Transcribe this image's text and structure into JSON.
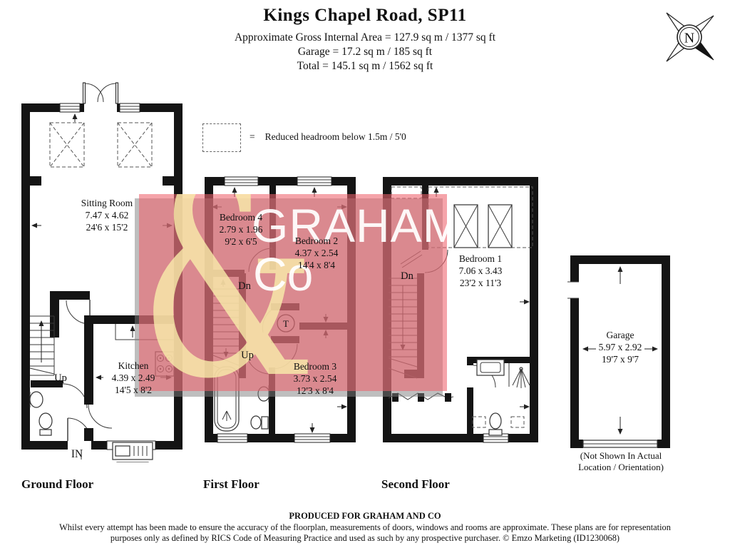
{
  "header": {
    "title": "Kings Chapel Road, SP11",
    "area_line1": "Approximate Gross Internal Area = 127.9 sq m / 1377 sq ft",
    "area_line2": "Garage = 17.2 sq m / 185 sq ft",
    "area_line3": "Total = 145.1 sq m / 1562 sq ft"
  },
  "compass": {
    "n": "N"
  },
  "legend": {
    "eq": "=",
    "text": "Reduced headroom below 1.5m / 5'0"
  },
  "watermark": {
    "ampersand": "&",
    "line1": "GRAHAM",
    "line2": "Co"
  },
  "floors": {
    "ground": {
      "title": "Ground Floor",
      "rooms": {
        "sitting": {
          "name": "Sitting Room",
          "metric": "7.47 x 4.62",
          "imperial": "24'6 x 15'2"
        },
        "kitchen": {
          "name": "Kitchen",
          "metric": "4.39 x 2.49",
          "imperial": "14'5 x 8'2"
        }
      },
      "labels": {
        "up": "Up",
        "entrance": "IN"
      }
    },
    "first": {
      "title": "First Floor",
      "rooms": {
        "bedroom4": {
          "name": "Bedroom 4",
          "metric": "2.79 x 1.96",
          "imperial": "9'2 x 6'5"
        },
        "bedroom2": {
          "name": "Bedroom 2",
          "metric": "4.37 x 2.54",
          "imperial": "14'4 x 8'4"
        },
        "bedroom3": {
          "name": "Bedroom 3",
          "metric": "3.73 x 2.54",
          "imperial": "12'3 x 8'4"
        }
      },
      "labels": {
        "dn": "Dn",
        "up": "Up",
        "tank": "T"
      }
    },
    "second": {
      "title": "Second Floor",
      "rooms": {
        "bedroom1": {
          "name": "Bedroom 1",
          "metric": "7.06 x 3.43",
          "imperial": "23'2 x 11'3"
        }
      },
      "labels": {
        "dn": "Dn"
      }
    },
    "garage": {
      "room": {
        "name": "Garage",
        "metric": "5.97 x 2.92",
        "imperial": "19'7 x 9'7"
      },
      "note_line1": "(Not Shown In Actual",
      "note_line2": "Location / Orientation)"
    }
  },
  "footer": {
    "produced": "PRODUCED FOR GRAHAM AND CO",
    "disclaimer1": "Whilst every attempt has been made to ensure the accuracy of the floorplan, measurements of doors, windows and rooms are approximate. These plans are for representation",
    "disclaimer2": "purposes only as defined by RICS Code of Measuring Practice and used as such by any prospective purchaser. © Emzo Marketing (ID1230068)"
  },
  "colors": {
    "watermark_pink": "#f2969b",
    "watermark_cream": "#f7edad",
    "wall_black": "#141414",
    "shadow_gray": "#a8a8a8"
  }
}
